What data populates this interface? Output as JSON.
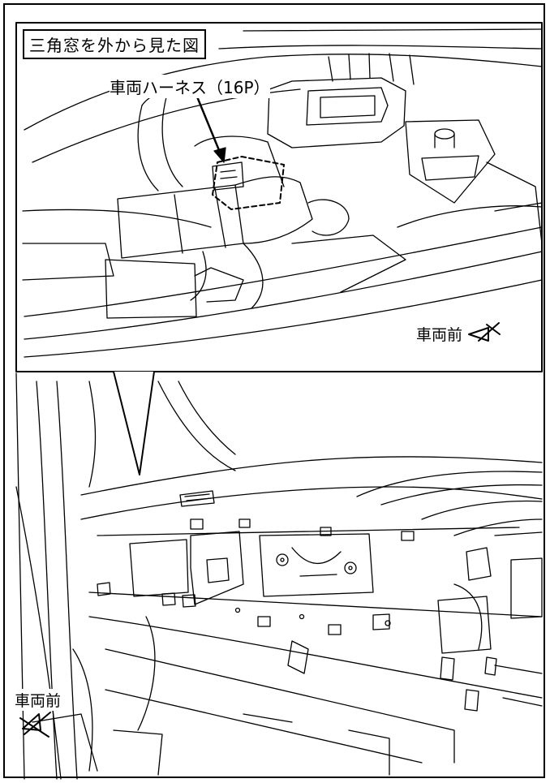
{
  "inset": {
    "title": "三角窓を外から見た図",
    "harness_label": "車両ハーネス（16P）",
    "front_label": "車両前"
  },
  "main_view": {
    "front_label": "車両前"
  },
  "colors": {
    "line": "#000000",
    "background": "#ffffff"
  },
  "icons": {
    "direction_arrow": "front-direction-arrow-icon"
  }
}
